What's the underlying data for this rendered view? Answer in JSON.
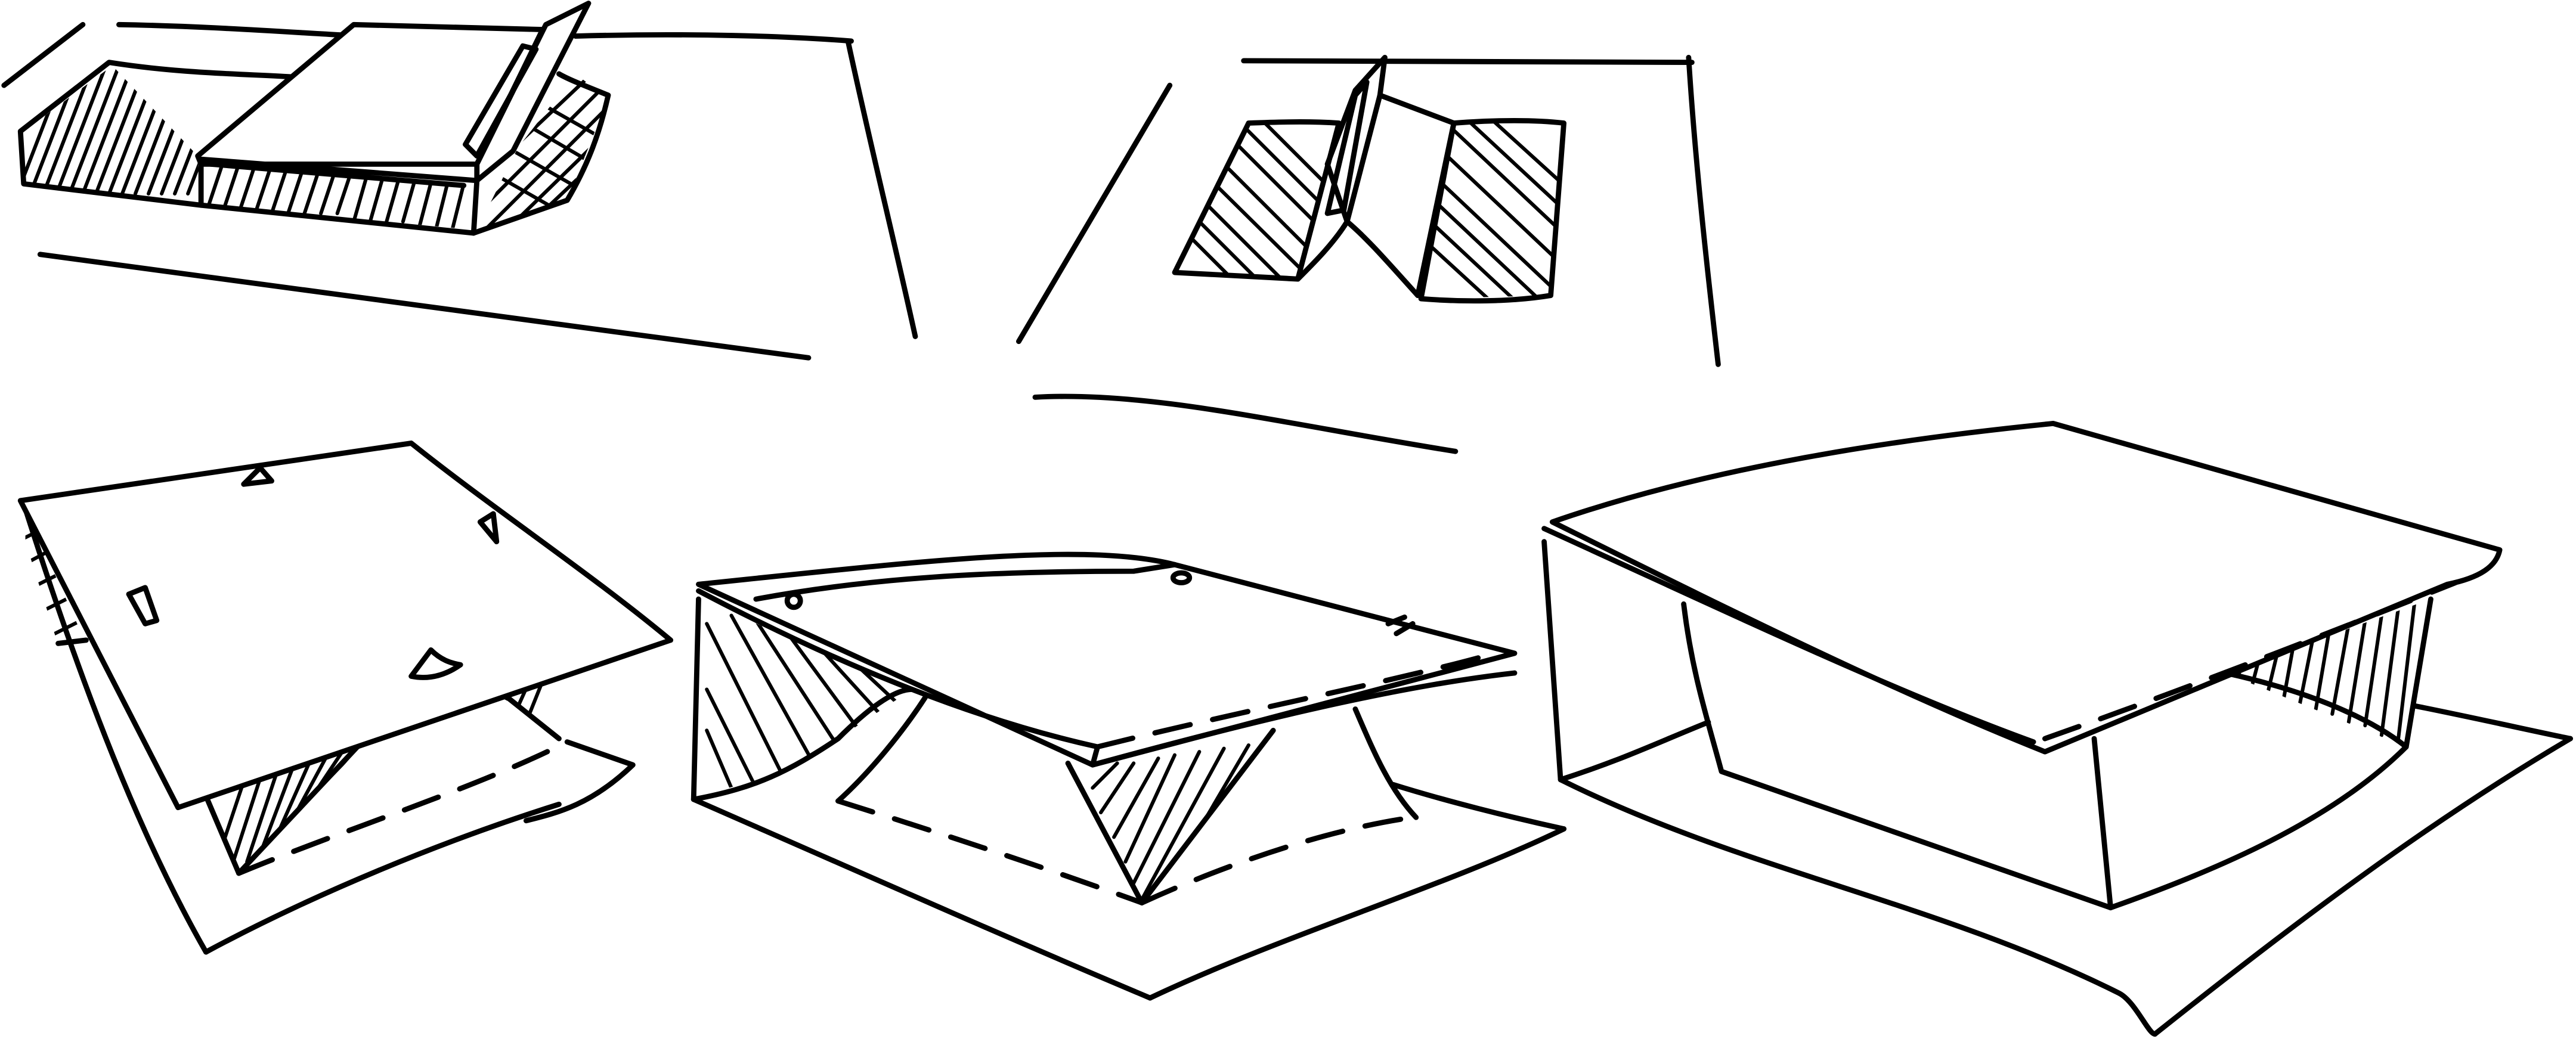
{
  "diagram": {
    "title": "",
    "description_printed": "",
    "panels": [
      {
        "id": "panel-1",
        "labels": []
      },
      {
        "id": "panel-2",
        "labels": []
      },
      {
        "id": "panel-3",
        "labels": []
      },
      {
        "id": "panel-4",
        "labels": []
      },
      {
        "id": "panel-5",
        "labels": []
      }
    ]
  },
  "colors": {
    "ink": "#000000",
    "paper": "#ffffff"
  }
}
